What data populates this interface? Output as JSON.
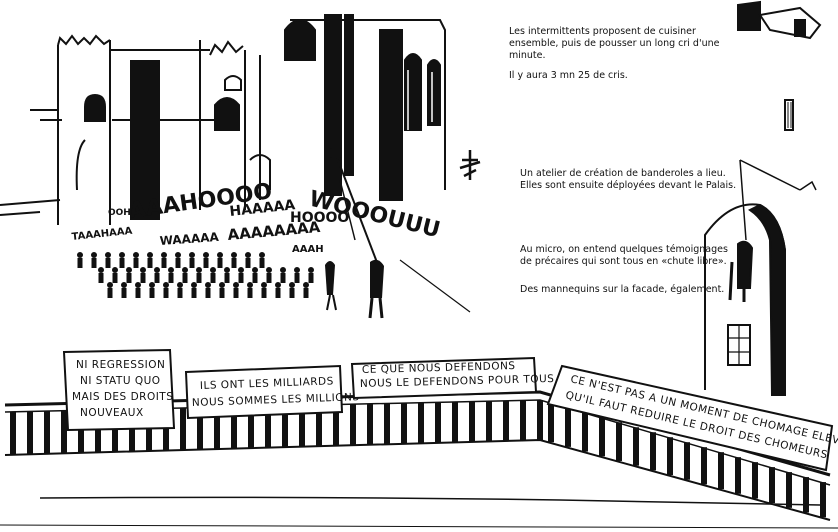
{
  "captions": {
    "c1": "Les intermittents proposent de cuisiner\nensemble, puis de pousser un long cri d'une minute.",
    "c2": "Il y aura 3 mn 25 de cris.",
    "c3": "Un atelier de création de banderoles a lieu.\nElles sont ensuite déployées devant le Palais.",
    "c4": "Au micro, on entend quelques témoignages\nde précaires qui sont tous en «chute libre».",
    "c5": "Des mannequins sur la facade, également."
  },
  "shouts": {
    "s1": "AAAHOOOO",
    "s2": "WOOOUUU",
    "s3": "HAAAAA",
    "s4": "HOOOO",
    "s5": "OOH",
    "s6": "TAAAHAAA",
    "s7": "AAAAAAAA",
    "s8": "AAAH",
    "s9": "WAAAAA"
  },
  "banners": {
    "b1": [
      "NI REGRESSION",
      "NI STATU QUO",
      "MAIS DES DROITS",
      "NOUVEAUX"
    ],
    "b2": [
      "ILS ONT LES MILLIARDS",
      "NOUS SOMMES LES MILLIONS"
    ],
    "b3": [
      "CE QUE NOUS DEFENDONS",
      "NOUS LE DEFENDONS POUR TOUS"
    ],
    "b4": [
      "CE N'EST PAS A UN MOMENT DE CHOMAGE ELEVE",
      "QU'IL FAUT REDUIRE LE DROIT DES CHOMEURS"
    ]
  },
  "colors": {
    "ink": "#111111",
    "paper": "#ffffff"
  }
}
